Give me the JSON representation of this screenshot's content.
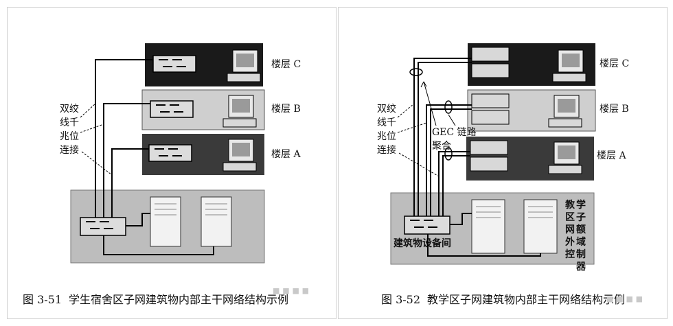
{
  "left": {
    "floors": [
      "楼层 C",
      "楼层 B",
      "楼层 A"
    ],
    "callout": [
      "双绞",
      "线千",
      "兆位",
      "连接"
    ],
    "caption_num": "图 3-51",
    "caption_text": "学生宿舍区子网建筑物内部主干网络结构示例"
  },
  "right": {
    "floors": [
      "楼层 C",
      "楼层 B",
      "楼层 A"
    ],
    "callout": [
      "双绞",
      "线千",
      "兆位",
      "连接"
    ],
    "gec": [
      "GEC 链路",
      "聚合"
    ],
    "building_room": "建筑物设备间",
    "extra_server": [
      "教",
      "学",
      "区",
      "子",
      "网",
      "额",
      "外",
      "域",
      "控",
      "制",
      "器"
    ],
    "caption_num": "图 3-52",
    "caption_text": "教学区子网建筑物内部主干网络结构示例"
  },
  "colors": {
    "floor_dark": "#1a1a1a",
    "floor_light": "#cfcfcf",
    "floor_mid": "#3a3a3a",
    "room": "#bdbdbd",
    "line": "#000000"
  }
}
